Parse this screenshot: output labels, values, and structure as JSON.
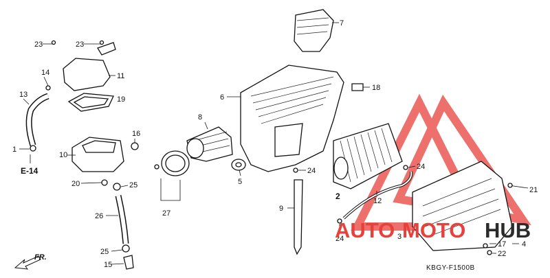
{
  "diagram": {
    "reference_code": "KBGY-F1500B",
    "direction_label": "FR.",
    "section_ref": "E-14",
    "callouts": [
      "1",
      "2",
      "3",
      "4",
      "5",
      "6",
      "7",
      "8",
      "9",
      "10",
      "11",
      "12",
      "13",
      "14",
      "15",
      "16",
      "17",
      "18",
      "19",
      "20",
      "21",
      "22",
      "23",
      "23",
      "24",
      "24",
      "24",
      "25",
      "25",
      "26",
      "27"
    ]
  },
  "watermark": {
    "text_left": "AUTO",
    "text_mid": "MOTO",
    "text_right": "HUB",
    "accent": "#e8413c",
    "dark": "#2b2b2b"
  }
}
